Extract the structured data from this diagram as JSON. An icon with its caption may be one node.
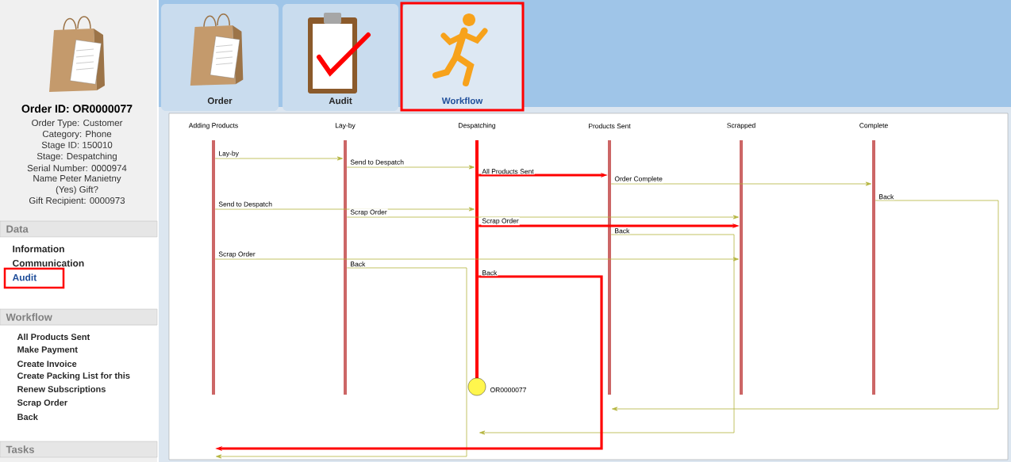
{
  "diagram": {
    "nodes": [
      {
        "text": [
          "Adding Products"
        ]
      },
      {
        "text": [
          "Lay-by"
        ]
      },
      {
        "text": [
          "Despatching"
        ]
      },
      {
        "text": [
          "Products Sent"
        ]
      },
      {
        "text": [
          "Scrapped"
        ]
      },
      {
        "text": [
          "Complete"
        ]
      },
      {
        "text": [],
        "shape": "circle",
        "beside": [
          "OR0000077"
        ]
      }
    ],
    "edges": [
      {
        "from": 0,
        "to": 1,
        "arrow": "to",
        "label": "Lay-by"
      },
      {
        "from": 1,
        "to": 2,
        "arrow": "to",
        "label": "Send to Despatch"
      },
      {
        "from": 2,
        "to": 3,
        "arrow": "to",
        "label": "All Products Sent",
        "style": "thick",
        "color": "#ff0000"
      },
      {
        "from": 3,
        "to": 5,
        "arrow": "to",
        "label": "Order Complete"
      },
      {
        "from": 5,
        "to": 3,
        "arrow": "to",
        "label": "Back"
      },
      {
        "from": 0,
        "to": 2,
        "arrow": "to",
        "label": "Send to Despatch"
      },
      {
        "from": 1,
        "to": 4,
        "arrow": "to",
        "label": "Scrap Order"
      },
      {
        "from": 2,
        "to": 4,
        "arrow": "to",
        "label": "Scrap Order",
        "style": "thick",
        "color": "#ff0000"
      },
      {
        "from": 3,
        "to": 2,
        "arrow": "to",
        "label": "Back"
      },
      {
        "from": 0,
        "to": 4,
        "arrow": "to",
        "label": "Scrap Order"
      },
      {
        "from": 1,
        "to": 0,
        "arrow": "to",
        "label": "Back"
      },
      {
        "from": 2,
        "to": 0,
        "arrow": "to",
        "label": "Back",
        "style": "thick",
        "color": "#ff0000"
      }
    ],
    "labels": [
      "Order ID: OR0000077",
      "Order Type: Customer",
      "Category: Phone",
      "Stage ID: 150010",
      "Stage: Despatching",
      "Serial Number: 0000974",
      "Name Peter Manietny",
      "(Yes) Gift?",
      "Gift Recipient: 0000973",
      "Data",
      "Information",
      "Communication",
      "Audit",
      "Workflow",
      "All Products Sent",
      "Make Payment",
      "Create Invoice",
      "Create Packing List for this",
      "Renew Subscriptions",
      "Scrap Order",
      "Back",
      "Tasks",
      "Order",
      "Audit",
      "Workflow"
    ]
  }
}
